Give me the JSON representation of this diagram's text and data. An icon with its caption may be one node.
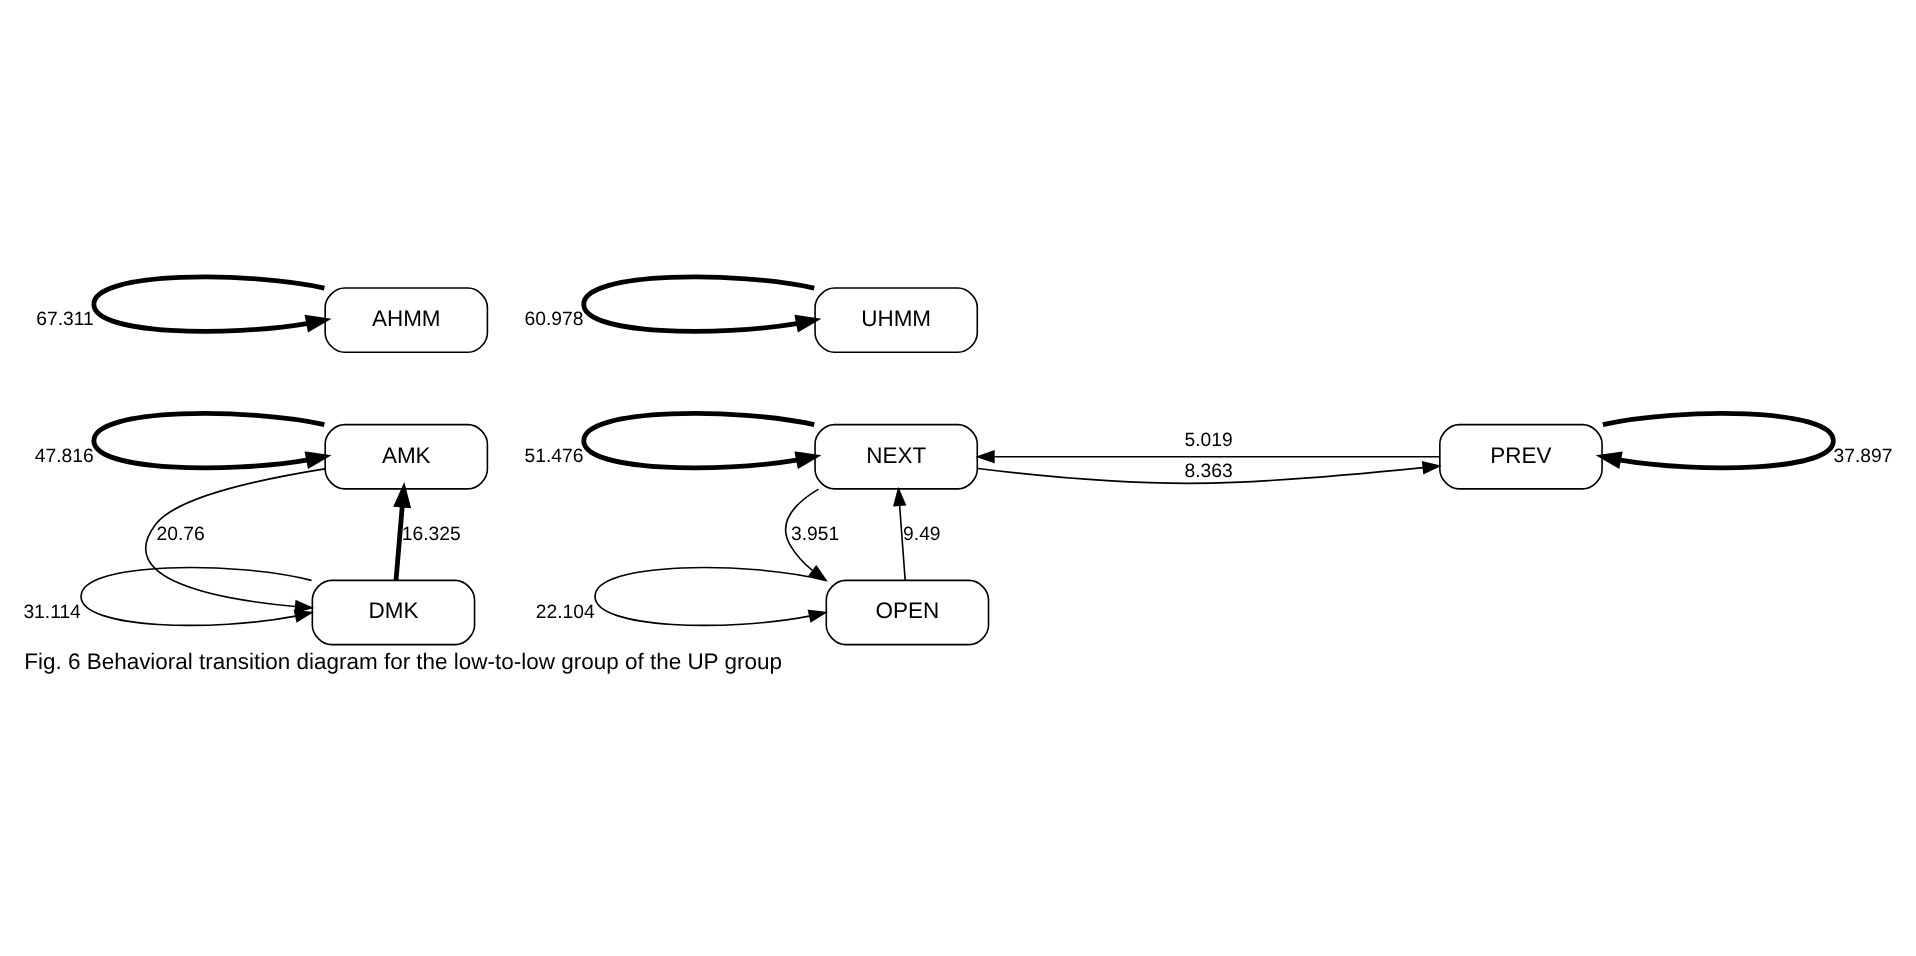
{
  "diagram": {
    "caption": "Fig. 6 Behavioral transition diagram for the low-to-low group of the UP group",
    "nodes": [
      {
        "text": [
          "AHMM"
        ]
      },
      {
        "text": [
          "UHMM"
        ]
      },
      {
        "text": [
          "AMK"
        ]
      },
      {
        "text": [
          "NEXT"
        ]
      },
      {
        "text": [
          "PREV"
        ]
      },
      {
        "text": [
          "DMK"
        ]
      },
      {
        "text": [
          "OPEN"
        ]
      }
    ],
    "edges": [
      {
        "from": 0,
        "to": 0,
        "arrow": "to",
        "label": "67.311",
        "style": "thick"
      },
      {
        "from": 1,
        "to": 1,
        "arrow": "to",
        "label": "60.978",
        "style": "thick"
      },
      {
        "from": 2,
        "to": 2,
        "arrow": "to",
        "label": "47.816",
        "style": "thick"
      },
      {
        "from": 3,
        "to": 3,
        "arrow": "to",
        "label": "51.476",
        "style": "thick"
      },
      {
        "from": 4,
        "to": 4,
        "arrow": "to",
        "label": "37.897",
        "style": "thick"
      },
      {
        "from": 4,
        "to": 3,
        "arrow": "to",
        "label": "5.019"
      },
      {
        "from": 3,
        "to": 4,
        "arrow": "to",
        "label": "8.363"
      },
      {
        "from": 2,
        "to": 5,
        "arrow": "to",
        "label": "20.76"
      },
      {
        "from": 5,
        "to": 2,
        "arrow": "to",
        "label": "16.325",
        "style": "thick"
      },
      {
        "from": 5,
        "to": 5,
        "arrow": "to",
        "label": "31.114"
      },
      {
        "from": 3,
        "to": 6,
        "arrow": "to",
        "label": "3.951"
      },
      {
        "from": 6,
        "to": 3,
        "arrow": "to",
        "label": "9.49"
      },
      {
        "from": 6,
        "to": 6,
        "arrow": "to",
        "label": "22.104"
      }
    ]
  }
}
